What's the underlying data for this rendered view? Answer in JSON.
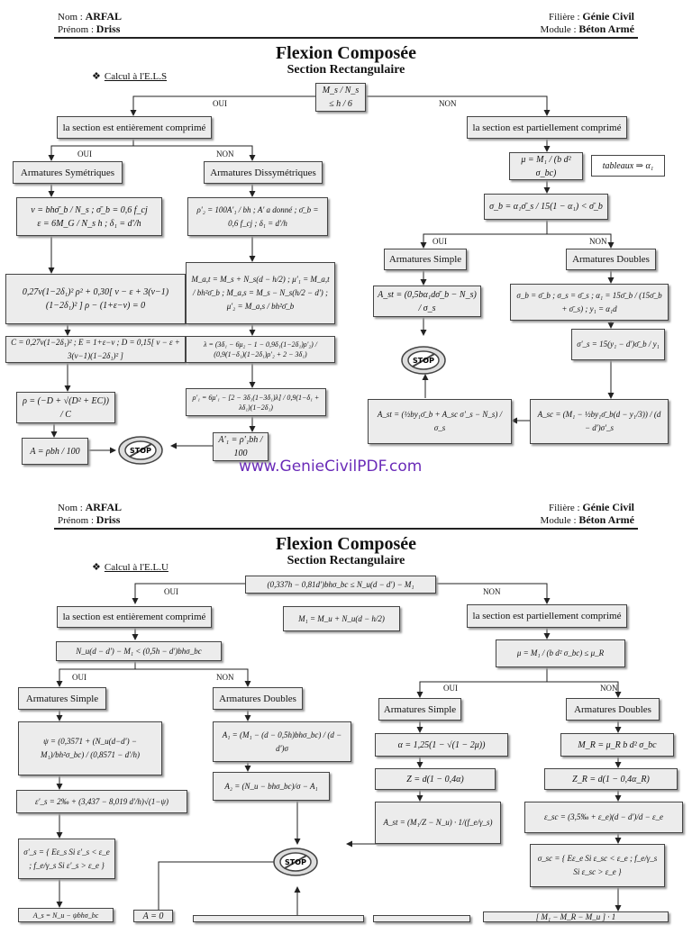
{
  "header": {
    "nom_label": "Nom",
    "nom_value": "ARFAL",
    "prenom_label": "Prénom",
    "prenom_value": "Driss",
    "filiere_label": "Filière",
    "filiere_value": "Génie Civil",
    "module_label": "Module",
    "module_value": "Béton Armé"
  },
  "page1": {
    "title": "Flexion Composée",
    "subtitle": "Section Rectangulaire",
    "calc": "Calcul à l'E.L.S",
    "top_formula": "M_s / N_s ≤ h / 6",
    "oui": "OUI",
    "non": "NON",
    "left_box": "la section est entièrement comprimé",
    "right_box": "la section est partiellement comprimé",
    "sym": "Armatures Symétriques",
    "dissym": "Armatures Dissymétriques",
    "mu": "μ = M₁ / (b d² σ_bc)",
    "tableaux": "tableaux ⇒ α₁",
    "sig_b": "σ_b = α₁σ̄_s / 15(1 − α₁) < σ̄_b",
    "simple": "Armatures Simple",
    "doubles": "Armatures Doubles",
    "sym_f1": "ν = bhσ̄_b / N_s ; σ̄_b = 0,6 f_cj",
    "sym_f2": "ε = 6M_G / N_s h ; δ₁ = d'/h",
    "sym_f3": "0,27ν(1−2δ₁)² ρ² + 0,30[ ν − ε + 3(ν−1)(1−2δ₁)² ] ρ − (1+ε−ν) = 0",
    "sym_f4": "C = 0,27ν(1−2δ₁)² ; E = 1+ε−ν ; D = 0,15[ ν − ε + 3(ν−1)(1−2δ₁)² ]",
    "sym_f5": "ρ = (−D + √(D² + EC)) / C",
    "sym_f6": "A = ρbh / 100",
    "dis_f1": "ρ'₂ = 100A'₁ / bh ; A' a donné ; σ̄_b = 0,6 f_cj ; δ₁ = d'/h",
    "dis_f2": "M_a,t = M_s + N_s(d − h/2) ; μ'₁ = M_a,t / bh²σ̄_b ; M_a,s = M_s − N_s(h/2 − d') ; μ'₂ = M_a,s / bh²σ̄_b",
    "dis_f3": "λ = (3δ₁ − 6μ₂ − 1 − 0,9δ₁(1−2δ₁)ρ'₂) / (0,9(1−δ₁)(1−2δ₁)ρ'₂ + 2 − 3δ₁)",
    "dis_f4": "ρ'₁ = 6μ'₁ − [2 − 3δ₁(1−3δ₁)λ] / 0,9(1−δ₁ + λδ₁)(1−2δ₁)",
    "dis_f5": "A'₁ = ρ'₁bh / 100",
    "simple_f": "A_st = (0,5bα₁dσ̄_b − N_s) / σ_s",
    "dbl_f1": "σ_b = σ̄_b ; σ_s = σ̄_s ; α₁ = 15σ̄_b / (15σ̄_b + σ̄_s) ; y₁ = α₁d",
    "dbl_f2": "σ'_s = 15(y₁ − d')σ̄_b / y₁",
    "dbl_f3": "A_sc = (M₁ − ½by₁σ̄_b(d − y₁/3)) / (d − d')σ'_s",
    "dbl_f4": "A_st = (½by₁σ̄_b + A_sc σ'_s − N_s) / σ_s",
    "stop": "STOP"
  },
  "watermark": "www.GenieCivilPDF.com",
  "page2": {
    "title": "Flexion Composée",
    "subtitle": "Section Rectangulaire",
    "calc": "Calcul à l'E.L.U",
    "top_formula": "(0,337h − 0,81d')bhσ_bc ≤ N_u(d − d') − M₁",
    "oui": "OUI",
    "non": "NON",
    "m1": "M₁ = M_u + N_u(d − h/2)",
    "left_box": "la section est entièrement comprimé",
    "right_box": "la section est partiellement comprimé",
    "cond": "N_u(d − d') − M₁ < (0,5h − d')bhσ_bc",
    "mu": "μ = M₁ / (b d² σ_bc) ≤ μ_R",
    "l_simple": "Armatures Simple",
    "l_doubles": "Armatures Doubles",
    "r_simple": "Armatures Simple",
    "r_doubles": "Armatures Doubles",
    "psi": "ψ = (0,3571 + (N_u(d−d') − M₁)/bh²σ_bc) / (0,8571 − d'/h)",
    "eps": "ε'_s = 2‰ + (3,437 − 8,019 d'/h)√(1−ψ)",
    "sig": "σ'_s = { Eε_s Si ε'_s < ε_e ; f_e/γ_s Si ε'_s > ε_e }",
    "as_f": "A_s = N_u − ψbhσ_bc",
    "a0": "A = 0",
    "a1": "A₁ = (M₁ − (d − 0,5h)bhσ_bc) / (d − d')σ",
    "a2": "A₂ = (N_u − bhσ_bc)/σ − A₁",
    "alpha": "α = 1,25(1 − √(1 − 2μ))",
    "z": "Z = d(1 − 0,4α)",
    "ast": "A_st = (M₁/Z − N_u) · 1/(f_e/γ_s)",
    "mr": "M_R = μ_R b d² σ_bc",
    "zr": "Z_R = d(1 − 0,4α_R)",
    "esc": "ε_sc = (3,5‰ + ε_e)(d − d')/d − ε_e",
    "ssc": "σ_sc = { Eε_e Si ε_sc < ε_e ; f_e/γ_s Si ε_sc > ε_e }",
    "bottom": "[ M₁ − M_R − M_u ] · 1",
    "stop": "STOP"
  }
}
